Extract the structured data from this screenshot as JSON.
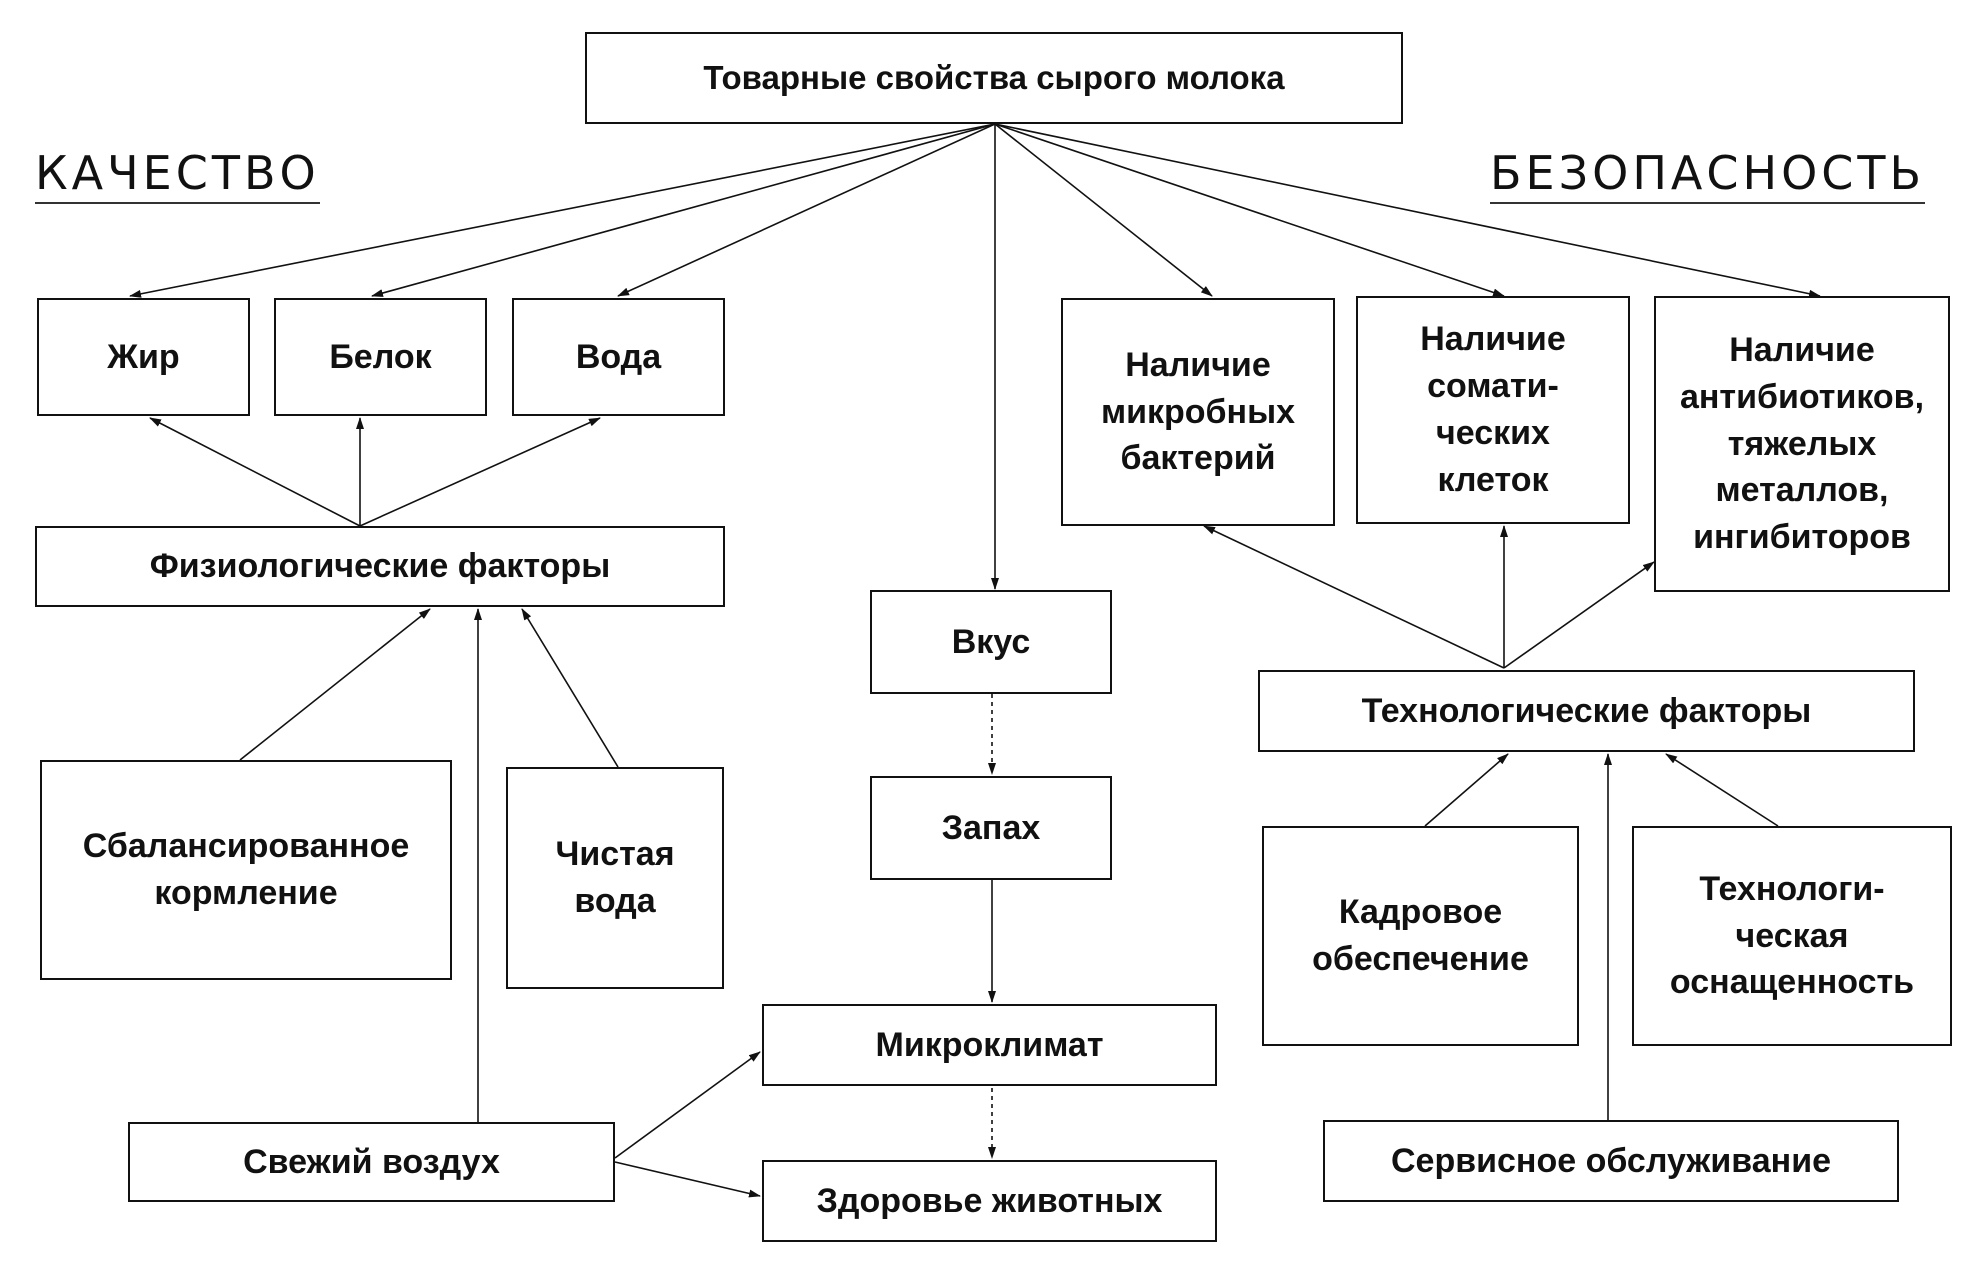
{
  "diagram": {
    "title": "Товарные свойства сырого молока",
    "quality_heading": "КАЧЕСТВО",
    "safety_heading": "БЕЗОПАСНОСТЬ",
    "quality": {
      "fat": "Жир",
      "protein": "Белок",
      "water": "Вода",
      "physiological_factors": "Физиологические факторы",
      "balanced_feeding": "Сбалансированное\nкормление",
      "clean_water": "Чистая\nвода",
      "fresh_air": "Свежий воздух"
    },
    "organoleptic": {
      "taste": "Вкус",
      "smell": "Запах",
      "microclimate": "Микроклимат",
      "animal_health": "Здоровье животных"
    },
    "safety": {
      "microbial_bacteria": "Наличие\nмикробных\nбактерий",
      "somatic_cells": "Наличие\nсомати-\nческих\nклеток",
      "antibiotics": "Наличие\nантибиотиков,\nтяжелых\nметаллов,\nингибиторов",
      "technological_factors": "Технологические факторы",
      "staffing": "Кадровое\nобеспечение",
      "tech_equipment": "Технологи-\nческая\nоснащенность",
      "service": "Сервисное обслуживание"
    }
  }
}
